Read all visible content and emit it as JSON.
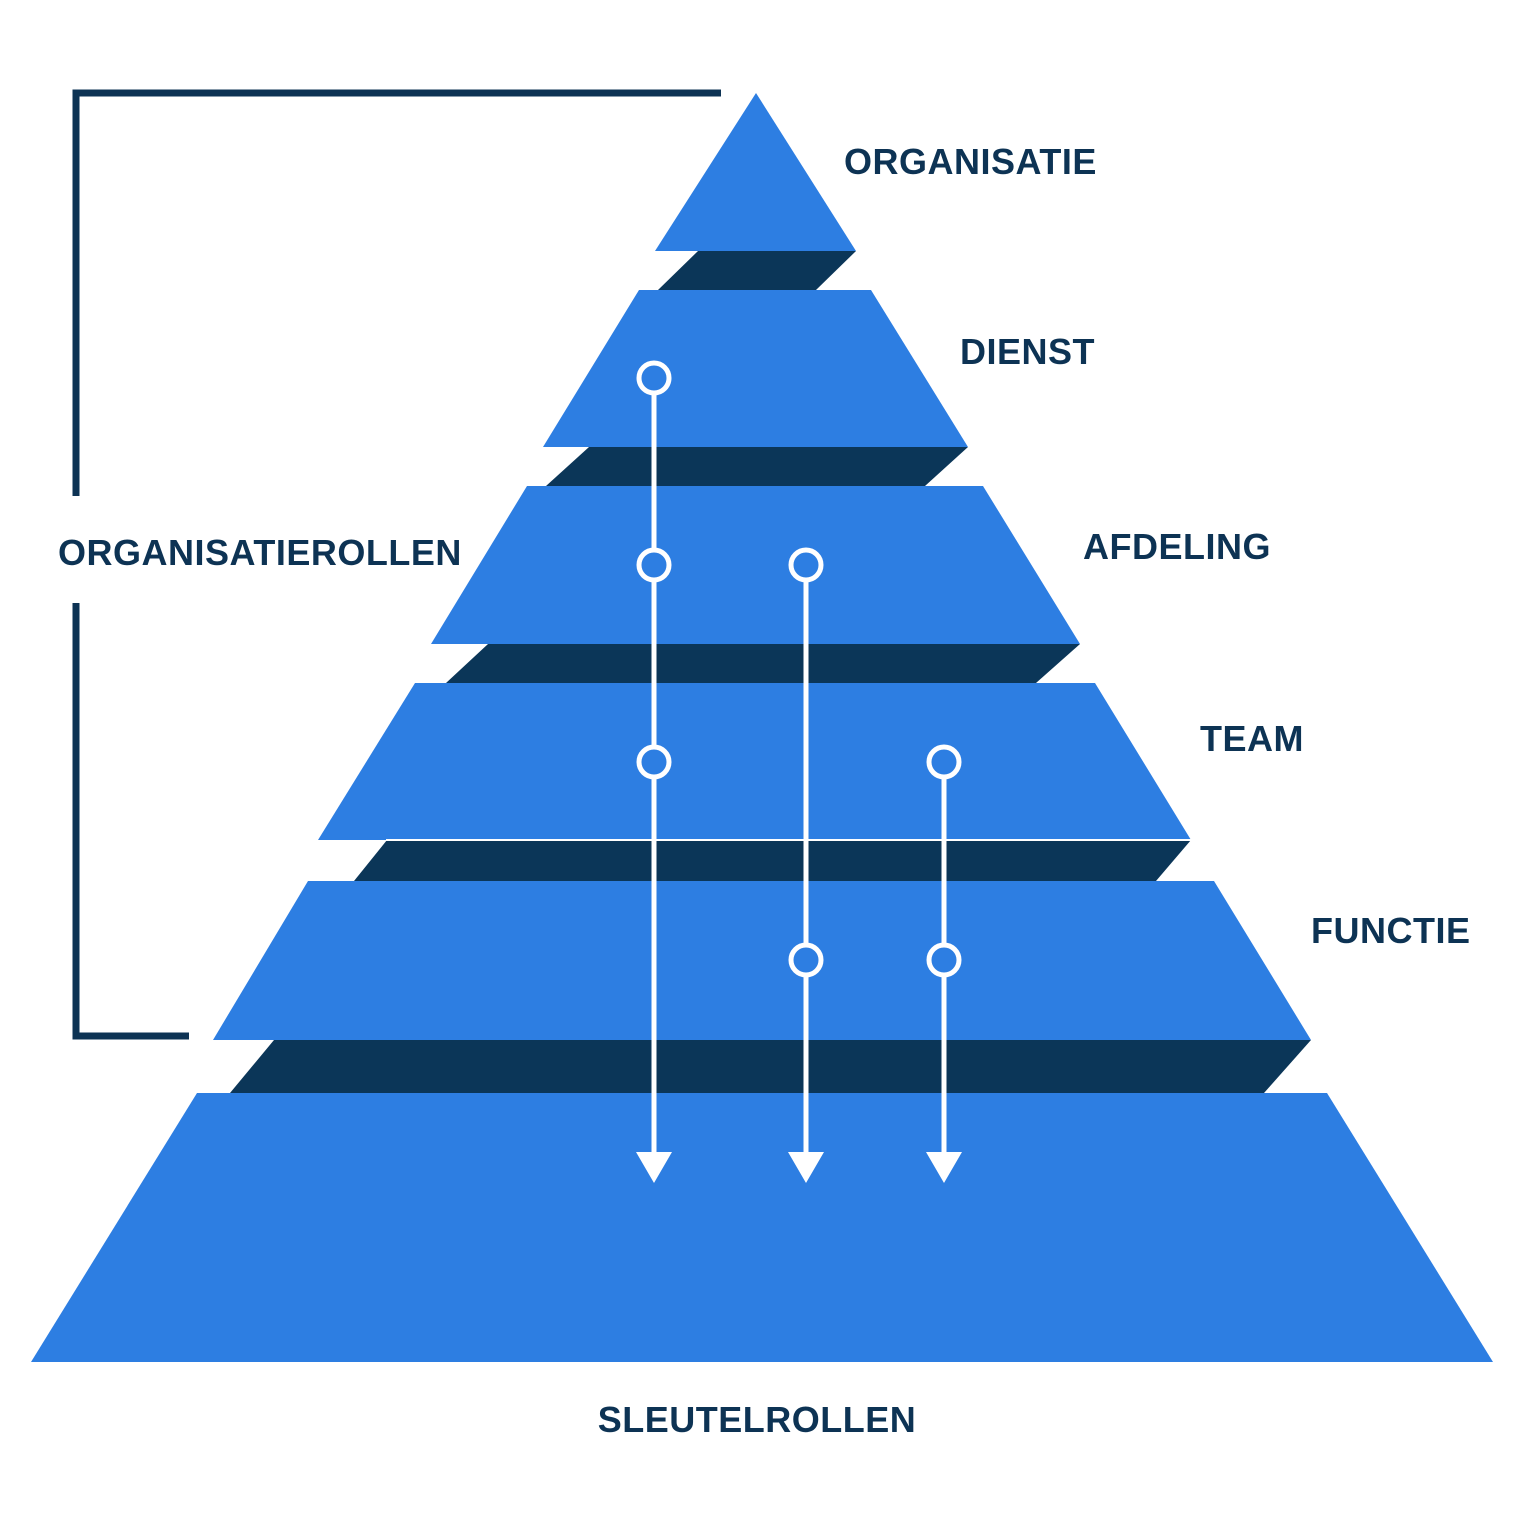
{
  "colors": {
    "tier_blue": "#2d7ee2",
    "shadow_navy": "#0b3658",
    "text_navy": "#0d3354",
    "line_white": "#ffffff"
  },
  "tiers": [
    {
      "label": "ORGANISATIE"
    },
    {
      "label": "DIENST"
    },
    {
      "label": "AFDELING"
    },
    {
      "label": "TEAM"
    },
    {
      "label": "FUNCTIE"
    }
  ],
  "bracket_label": "ORGANISATIEROLLEN",
  "base_label": "SLEUTELROLLEN",
  "icons": {
    "node": "circle-node-icon",
    "arrow": "arrow-down-icon"
  }
}
